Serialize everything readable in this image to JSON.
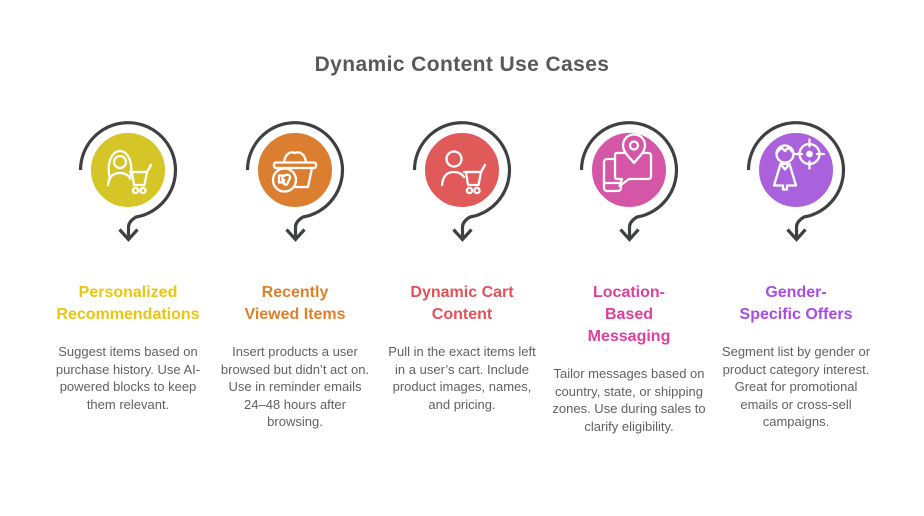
{
  "title": "Dynamic Content Use Cases",
  "colors": {
    "background": "#ffffff",
    "title_text": "#58595b",
    "body_text": "#616161",
    "ring_arrow": "#3f4041",
    "icon_stroke": "#ffffff"
  },
  "columns": [
    {
      "heading": "Personalized\nRecommendations",
      "heading_color": "#eac511",
      "circle_color": "#d5c526",
      "icon": "woman-with-cart-icon",
      "body": "Suggest items based on purchase history. Use AI-powered blocks to keep them relevant."
    },
    {
      "heading": "Recently\nViewed Items",
      "heading_color": "#df7f2c",
      "circle_color": "#db7e2f",
      "icon": "basket-thumbs-down-icon",
      "body": "Insert products a user browsed but didn’t act on. Use in reminder emails 24–48 hours after browsing."
    },
    {
      "heading": "Dynamic Cart\nContent",
      "heading_color": "#e25258",
      "circle_color": "#e05a5a",
      "icon": "user-with-cart-icon",
      "body": "Pull in the exact items left in a user’s cart. Include product images, names, and pricing."
    },
    {
      "heading": "Location-\nBased\nMessaging",
      "heading_color": "#df3f9d",
      "circle_color": "#d556a7",
      "icon": "phone-map-pin-message-icon",
      "body": "Tailor messages based on country, state, or shipping zones. Use during sales to clarify eligibility."
    },
    {
      "heading": "Gender-\nSpecific Offers",
      "heading_color": "#a94ce4",
      "circle_color": "#aa62dc",
      "icon": "woman-with-target-icon",
      "body": "Segment list by gender or product category interest. Great for promotional emails or cross-sell campaigns."
    }
  ]
}
